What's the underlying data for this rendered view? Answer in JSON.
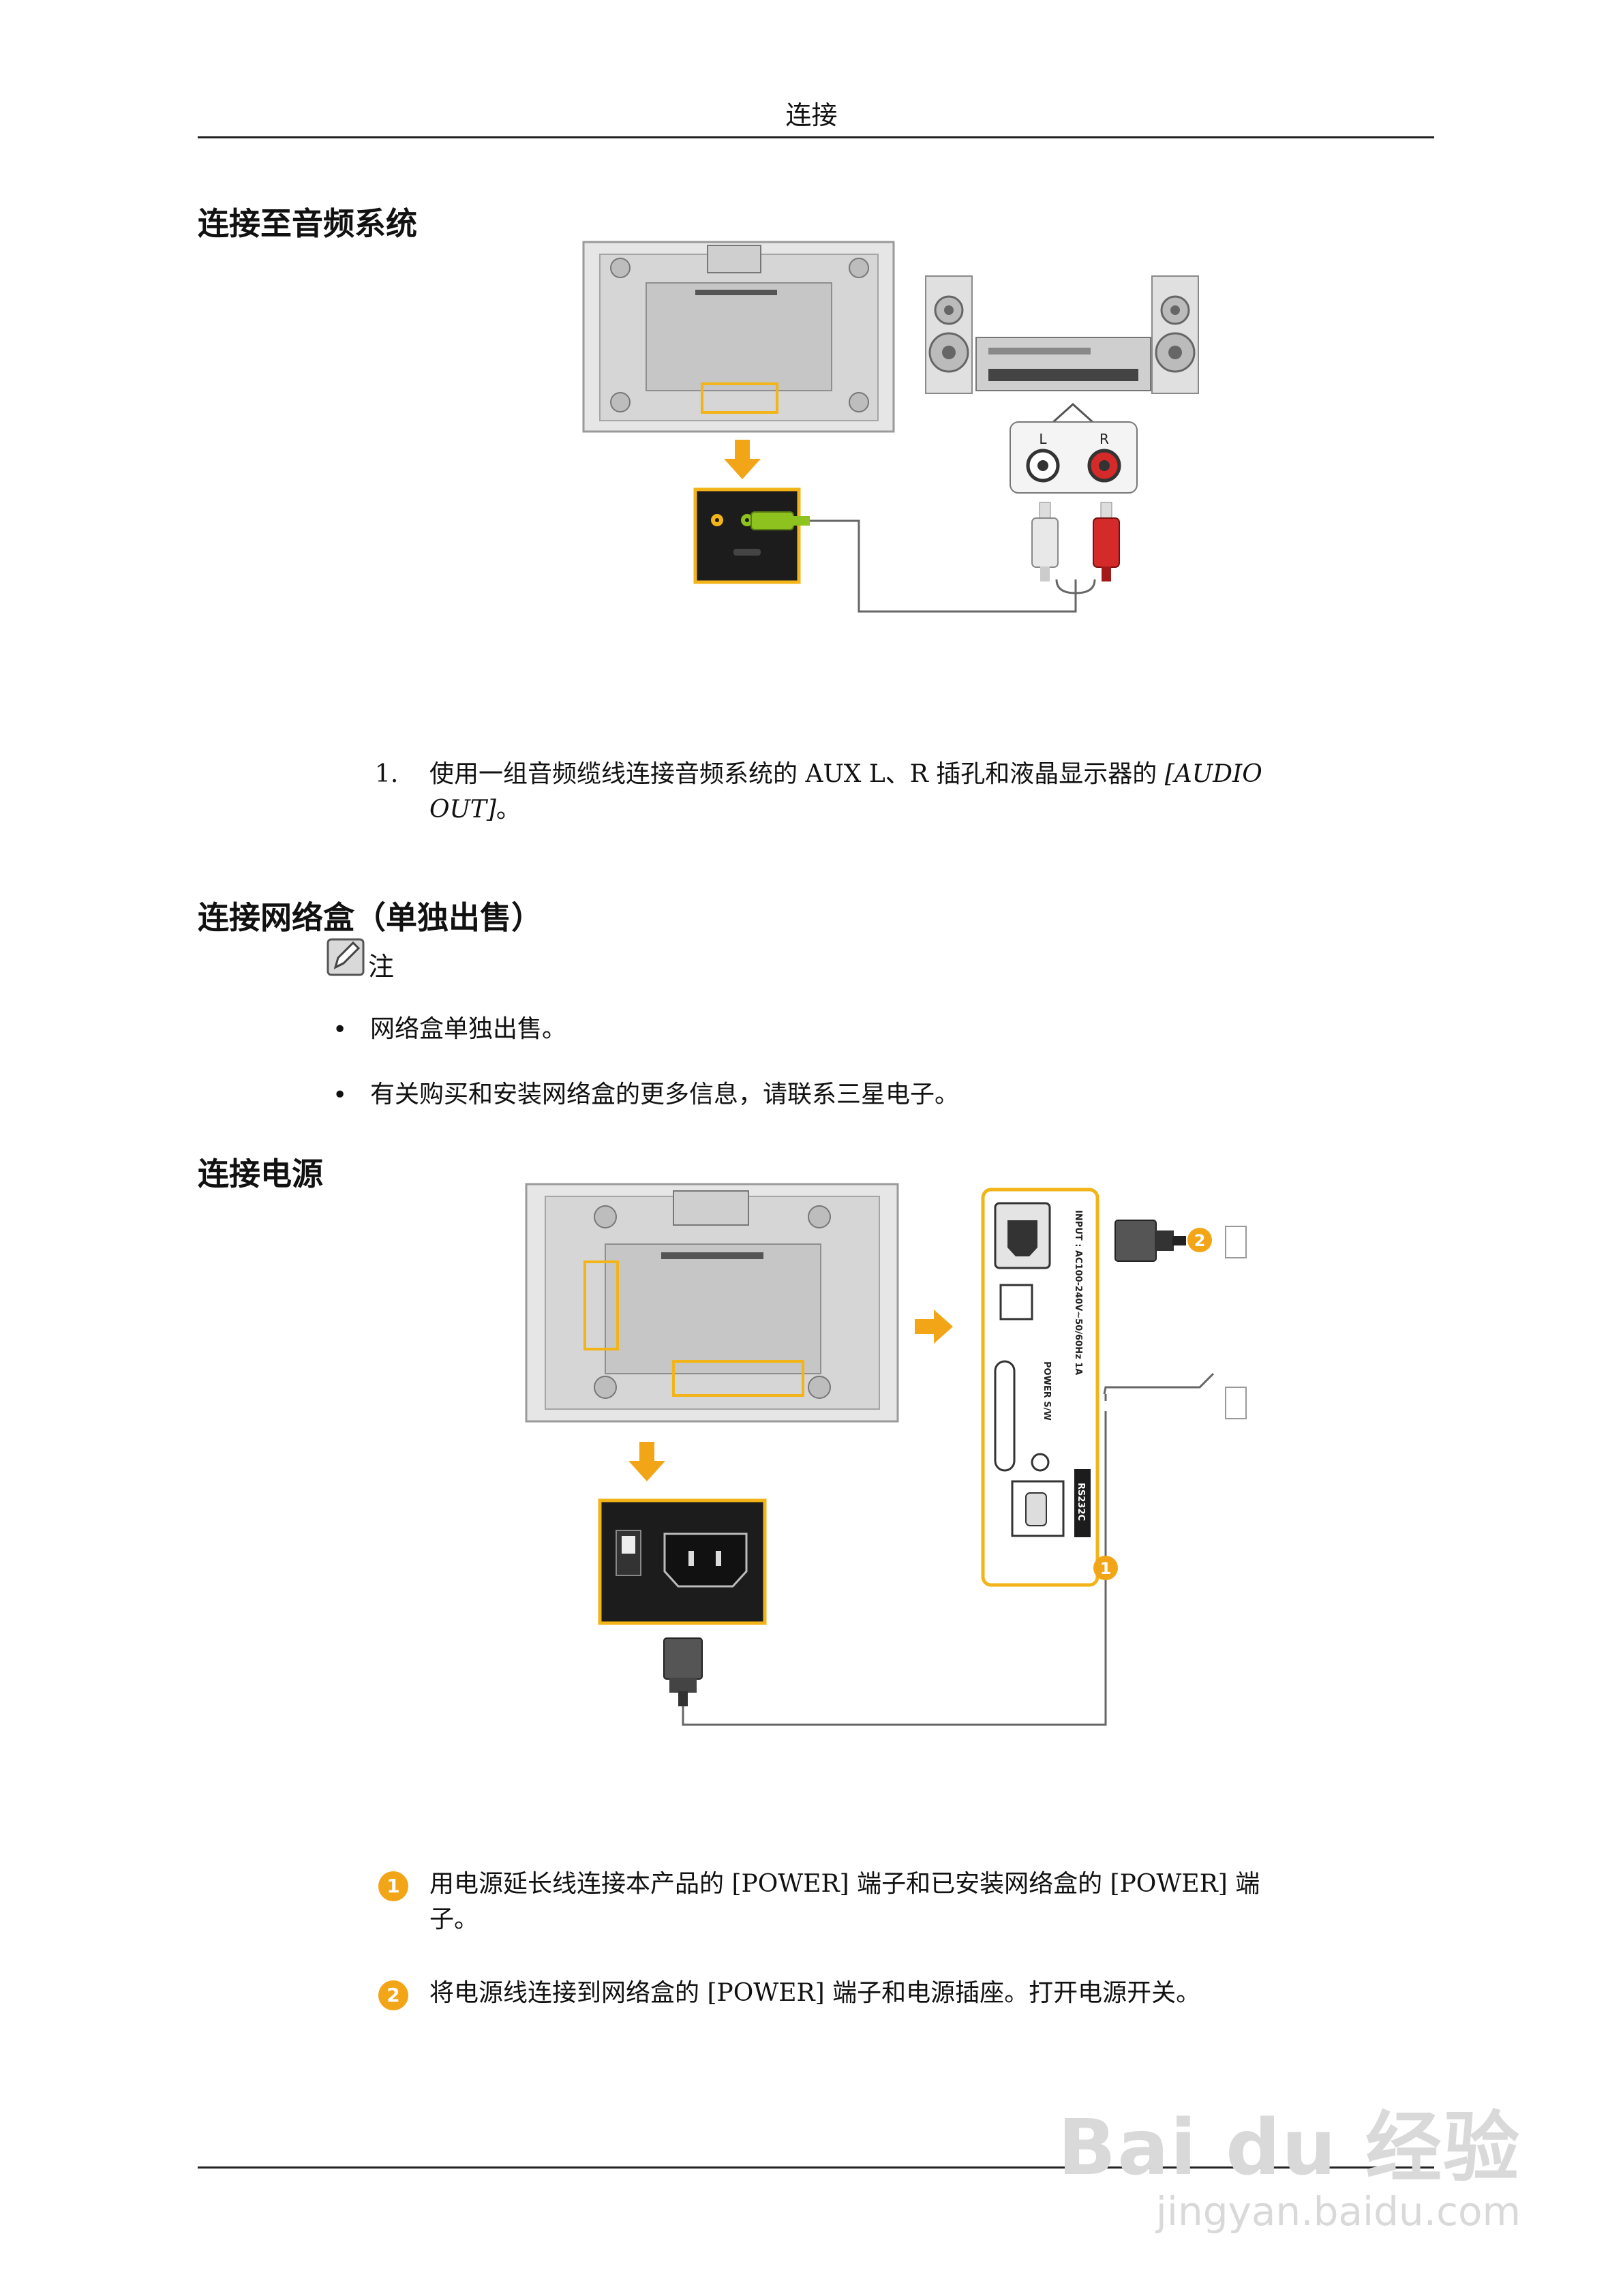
{
  "header": {
    "title": "连接"
  },
  "section_audio": {
    "heading": "连接至音频系统",
    "step_number": "1.",
    "step_text_line1": "使用一组音频缆线连接音频系统的 AUX L、R 插孔和液晶显示器的 ",
    "step_text_italic1": "[AUDIO",
    "step_text_italic2": "OUT]",
    "step_text_end": "。",
    "diagram": {
      "jack_left": "L",
      "jack_right": "R"
    }
  },
  "section_network": {
    "heading": "连接网络盒（单独出售）",
    "note_label": "注",
    "bullets": [
      "网络盒单独出售。",
      "有关购买和安装网络盒的更多信息，请联系三星电子。"
    ]
  },
  "section_power": {
    "heading": "连接电源",
    "diagram": {
      "callout1": "1",
      "callout2": "2",
      "panel_input_label": "INPUT : AC100-240V~50/60Hz 1A",
      "panel_power_label": "POWER S/W",
      "panel_rs232_label": "RS232C"
    },
    "steps": [
      {
        "num": "1",
        "text_line1": "用电源延长线连接本产品的 [POWER] 端子和已安装网络盒的 [POWER] 端",
        "text_line2": "子。"
      },
      {
        "num": "2",
        "text_line1": "将电源线连接到网络盒的 [POWER] 端子和电源插座。打开电源开关。"
      }
    ]
  },
  "watermark": {
    "brand": "Bai du 经验",
    "url": "jingyan.baidu.com"
  },
  "colors": {
    "accent_yellow": "#f2b418",
    "orange_circle": "#f2a517",
    "speaker_gray": "#a9a9a9",
    "panel_dark": "#1c1c1c"
  }
}
